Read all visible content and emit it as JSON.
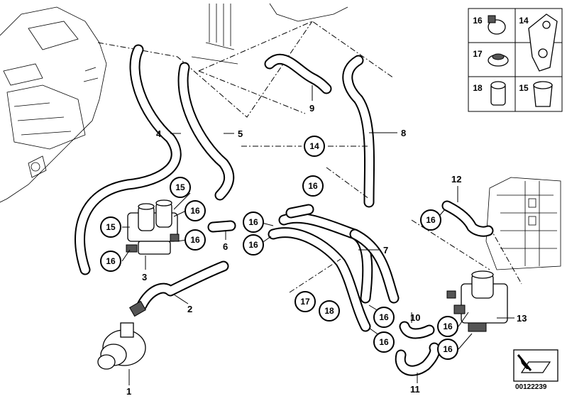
{
  "diagram": {
    "callouts": {
      "p1": "1",
      "p2": "2",
      "p3": "3",
      "p4": "4",
      "p5": "5",
      "p6": "6",
      "p7": "7",
      "p8": "8",
      "p9": "9",
      "p10": "10",
      "p11": "11",
      "p12": "12",
      "p13": "13"
    },
    "circles": {
      "c14": "14",
      "c15a": "15",
      "c15b": "15",
      "c16a": "16",
      "c16b": "16",
      "c16c": "16",
      "c16d": "16",
      "c16e": "16",
      "c16f": "16",
      "c16g": "16",
      "c16h": "16",
      "c16i": "16",
      "c16j": "16",
      "c16k": "16",
      "c17": "17",
      "c18": "18"
    },
    "legend": {
      "l16": "16",
      "l14": "14",
      "l17": "17",
      "l18": "18",
      "l15": "15"
    },
    "diagram_id": "00122239"
  }
}
